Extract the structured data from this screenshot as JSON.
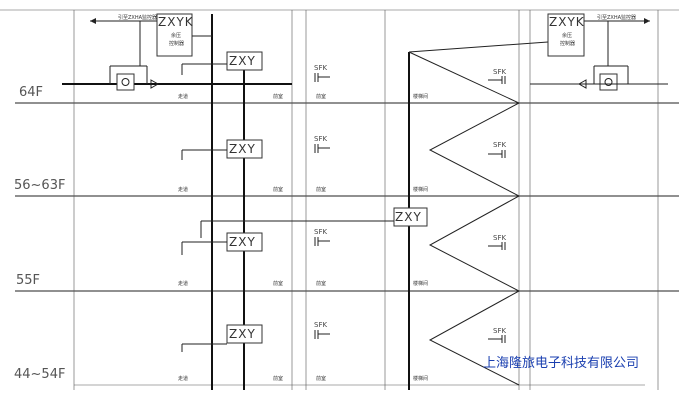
{
  "floors": [
    "64F",
    "56~63F",
    "55F",
    "44~54F"
  ],
  "zxyk_label": "ZXYK",
  "zxy_label": "ZXY",
  "zxyk_sub": "余压\n控制器",
  "to_monitor": "引至ZXHA监控器",
  "sfk_label": "SFK",
  "room_corridor": "走道",
  "room_front": "前室",
  "room_stair": "楼梯间",
  "company": "上海隆旅电子科技有限公司"
}
